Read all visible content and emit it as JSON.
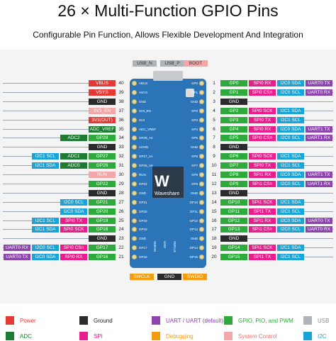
{
  "header": {
    "title": "26 × Multi-Function GPIO Pins",
    "subtitle": "Configurable Pin Function, Allows Flexible Development And Integration"
  },
  "colors": {
    "power": "#e53935",
    "ground": "#2b2b2b",
    "uart": "#8e44ad",
    "gpio": "#2eaa3c",
    "adc": "#1e7b34",
    "spi": "#e91e8c",
    "debug": "#f39c12",
    "system": "#f4a7a7",
    "usb": "#b0b4b8",
    "i2c": "#1aa3d6",
    "board": "#2b74b8"
  },
  "top_labels": [
    "USB_N",
    "USB_P",
    "BOOT"
  ],
  "bottom_labels": [
    "SWCLK",
    "GND",
    "SWDIO"
  ],
  "board": {
    "brand": "Waveshare",
    "pins_left": [
      "VBUS",
      "VSYS",
      "GND",
      "3V3_EN",
      "3V3",
      "ADC_VREF",
      "GP28_A2",
      "AGND",
      "GP27_A1",
      "GP26_A0",
      "RUN",
      "GP22",
      "GND",
      "GP21",
      "GP20",
      "GP19",
      "GP18",
      "GND",
      "GP17",
      "GP16"
    ],
    "pins_right": [
      "GP0",
      "GP1",
      "GND",
      "GP2",
      "GP3",
      "GP4",
      "GP5",
      "GND",
      "GP6",
      "GP7",
      "GP8",
      "GP9",
      "GND",
      "GP10",
      "GP11",
      "GP12",
      "GP13",
      "GND",
      "GP14",
      "GP15"
    ],
    "bottom_pins": [
      "SWDIO",
      "GND",
      "SWCLK"
    ]
  },
  "left_rows": [
    {
      "num": "40",
      "labels": [
        {
          "t": "VBUS",
          "c": "power"
        }
      ]
    },
    {
      "num": "39",
      "labels": [
        {
          "t": "VSYS",
          "c": "power"
        }
      ]
    },
    {
      "num": "38",
      "labels": [
        {
          "t": "GND",
          "c": "ground"
        }
      ]
    },
    {
      "num": "37",
      "labels": [
        {
          "t": "3V3_EN",
          "c": "system"
        }
      ]
    },
    {
      "num": "36",
      "labels": [
        {
          "t": "3V3(OUT)",
          "c": "power"
        }
      ]
    },
    {
      "num": "35",
      "labels": [
        {
          "t": "ADC_VREF",
          "c": "adc"
        }
      ]
    },
    {
      "num": "34",
      "labels": [
        {
          "t": "ADC2",
          "c": "adc"
        },
        {
          "t": "GP28",
          "c": "gpio"
        }
      ]
    },
    {
      "num": "33",
      "labels": [
        {
          "t": "GND",
          "c": "ground"
        }
      ]
    },
    {
      "num": "32",
      "labels": [
        {
          "t": "I2C1 SCL",
          "c": "i2c"
        },
        {
          "t": "ADC1",
          "c": "adc"
        },
        {
          "t": "GP27",
          "c": "gpio"
        }
      ]
    },
    {
      "num": "31",
      "labels": [
        {
          "t": "I2C1 SDA",
          "c": "i2c"
        },
        {
          "t": "ADC0",
          "c": "adc"
        },
        {
          "t": "GP26",
          "c": "gpio"
        }
      ]
    },
    {
      "num": "30",
      "labels": [
        {
          "t": "RUN",
          "c": "system"
        }
      ]
    },
    {
      "num": "29",
      "labels": [
        {
          "t": "GP22",
          "c": "gpio"
        }
      ]
    },
    {
      "num": "28",
      "labels": [
        {
          "t": "GND",
          "c": "ground"
        }
      ]
    },
    {
      "num": "27",
      "labels": [
        {
          "t": "I2C0 SCL",
          "c": "i2c"
        },
        {
          "t": "GP21",
          "c": "gpio"
        }
      ]
    },
    {
      "num": "26",
      "labels": [
        {
          "t": "I2C0 SDA",
          "c": "i2c"
        },
        {
          "t": "GP20",
          "c": "gpio"
        }
      ]
    },
    {
      "num": "25",
      "labels": [
        {
          "t": "I2C1 SCL",
          "c": "i2c"
        },
        {
          "t": "SPI0 TX",
          "c": "spi"
        },
        {
          "t": "GP19",
          "c": "gpio"
        }
      ]
    },
    {
      "num": "24",
      "labels": [
        {
          "t": "I2C1 SDA",
          "c": "i2c"
        },
        {
          "t": "SPI0 SCK",
          "c": "spi"
        },
        {
          "t": "GP18",
          "c": "gpio"
        }
      ]
    },
    {
      "num": "23",
      "labels": [
        {
          "t": "GND",
          "c": "ground"
        }
      ]
    },
    {
      "num": "22",
      "labels": [
        {
          "t": "UART0 RX",
          "c": "uart"
        },
        {
          "t": "I2C0 SCL",
          "c": "i2c"
        },
        {
          "t": "SPI0 CSn",
          "c": "spi"
        },
        {
          "t": "GP17",
          "c": "gpio"
        }
      ]
    },
    {
      "num": "21",
      "labels": [
        {
          "t": "UART0 TX",
          "c": "uart"
        },
        {
          "t": "I2C0 SDA",
          "c": "i2c"
        },
        {
          "t": "SPI0 RX",
          "c": "spi"
        },
        {
          "t": "GP16",
          "c": "gpio"
        }
      ]
    }
  ],
  "right_rows": [
    {
      "num": "1",
      "labels": [
        {
          "t": "GP0",
          "c": "gpio"
        },
        {
          "t": "SPI0 RX",
          "c": "spi"
        },
        {
          "t": "I2C0 SDA",
          "c": "i2c"
        },
        {
          "t": "UART0 TX",
          "c": "uart"
        }
      ]
    },
    {
      "num": "2",
      "labels": [
        {
          "t": "GP1",
          "c": "gpio"
        },
        {
          "t": "SPI0 CSn",
          "c": "spi"
        },
        {
          "t": "I2C0 SCL",
          "c": "i2c"
        },
        {
          "t": "UART0 RX",
          "c": "uart"
        }
      ]
    },
    {
      "num": "3",
      "labels": [
        {
          "t": "GND",
          "c": "ground"
        }
      ]
    },
    {
      "num": "4",
      "labels": [
        {
          "t": "GP2",
          "c": "gpio"
        },
        {
          "t": "SPI0 SCK",
          "c": "spi"
        },
        {
          "t": "I2C1 SDA",
          "c": "i2c"
        }
      ]
    },
    {
      "num": "5",
      "labels": [
        {
          "t": "GP3",
          "c": "gpio"
        },
        {
          "t": "SPI0 TX",
          "c": "spi"
        },
        {
          "t": "I2C1 SCL",
          "c": "i2c"
        }
      ]
    },
    {
      "num": "6",
      "labels": [
        {
          "t": "GP4",
          "c": "gpio"
        },
        {
          "t": "SPI0 RX",
          "c": "spi"
        },
        {
          "t": "I2C0 SDA",
          "c": "i2c"
        },
        {
          "t": "UART1 TX",
          "c": "uart"
        }
      ]
    },
    {
      "num": "7",
      "labels": [
        {
          "t": "GP5",
          "c": "gpio"
        },
        {
          "t": "SPI0 CSn",
          "c": "spi"
        },
        {
          "t": "I2C0 SCL",
          "c": "i2c"
        },
        {
          "t": "UART1 RX",
          "c": "uart"
        }
      ]
    },
    {
      "num": "8",
      "labels": [
        {
          "t": "GND",
          "c": "ground"
        }
      ]
    },
    {
      "num": "9",
      "labels": [
        {
          "t": "GP6",
          "c": "gpio"
        },
        {
          "t": "SPI0 SCK",
          "c": "spi"
        },
        {
          "t": "I2C1 SDA",
          "c": "i2c"
        }
      ]
    },
    {
      "num": "10",
      "labels": [
        {
          "t": "GP7",
          "c": "gpio"
        },
        {
          "t": "SPI0 TX",
          "c": "spi"
        },
        {
          "t": "I2C1 SCL",
          "c": "i2c"
        }
      ]
    },
    {
      "num": "11",
      "labels": [
        {
          "t": "GP8",
          "c": "gpio"
        },
        {
          "t": "SPI1 RX",
          "c": "spi"
        },
        {
          "t": "I2C0 SDA",
          "c": "i2c"
        },
        {
          "t": "UART1 TX",
          "c": "uart"
        }
      ]
    },
    {
      "num": "12",
      "labels": [
        {
          "t": "GP9",
          "c": "gpio"
        },
        {
          "t": "SPI1 CSn",
          "c": "spi"
        },
        {
          "t": "I2C0 SCL",
          "c": "i2c"
        },
        {
          "t": "UART1 RX",
          "c": "uart"
        }
      ]
    },
    {
      "num": "13",
      "labels": [
        {
          "t": "GND",
          "c": "ground"
        }
      ]
    },
    {
      "num": "14",
      "labels": [
        {
          "t": "GP10",
          "c": "gpio"
        },
        {
          "t": "SPI1 SCK",
          "c": "spi"
        },
        {
          "t": "I2C1 SDA",
          "c": "i2c"
        }
      ]
    },
    {
      "num": "15",
      "labels": [
        {
          "t": "GP11",
          "c": "gpio"
        },
        {
          "t": "SPI1 TX",
          "c": "spi"
        },
        {
          "t": "I2C1 SCL",
          "c": "i2c"
        }
      ]
    },
    {
      "num": "16",
      "labels": [
        {
          "t": "GP12",
          "c": "gpio"
        },
        {
          "t": "SPI1 RX",
          "c": "spi"
        },
        {
          "t": "I2C0 SDA",
          "c": "i2c"
        },
        {
          "t": "UART0 TX",
          "c": "uart"
        }
      ]
    },
    {
      "num": "17",
      "labels": [
        {
          "t": "GP13",
          "c": "gpio"
        },
        {
          "t": "SPI1 CSn",
          "c": "spi"
        },
        {
          "t": "I2C0 SCL",
          "c": "i2c"
        },
        {
          "t": "UART0 RX",
          "c": "uart"
        }
      ]
    },
    {
      "num": "18",
      "labels": [
        {
          "t": "GND",
          "c": "ground"
        }
      ]
    },
    {
      "num": "19",
      "labels": [
        {
          "t": "GP14",
          "c": "gpio"
        },
        {
          "t": "SPI1 SCK",
          "c": "spi"
        },
        {
          "t": "I2C1 SDA",
          "c": "i2c"
        }
      ]
    },
    {
      "num": "20",
      "labels": [
        {
          "t": "GP15",
          "c": "gpio"
        },
        {
          "t": "SPI1 TX",
          "c": "spi"
        },
        {
          "t": "I2C1 SCL",
          "c": "i2c"
        }
      ]
    }
  ],
  "legend": [
    {
      "t": "Power",
      "c": "power"
    },
    {
      "t": "Ground",
      "c": "ground"
    },
    {
      "t": "UART / UART (default)",
      "c": "uart"
    },
    {
      "t": "GPIO, PIO, and PWM",
      "c": "gpio"
    },
    {
      "t": "USB",
      "c": "usb"
    },
    {
      "t": "ADC",
      "c": "adc"
    },
    {
      "t": "SPI",
      "c": "spi"
    },
    {
      "t": "Debugging",
      "c": "debug"
    },
    {
      "t": "System Control",
      "c": "system"
    },
    {
      "t": "I2C",
      "c": "i2c"
    }
  ]
}
